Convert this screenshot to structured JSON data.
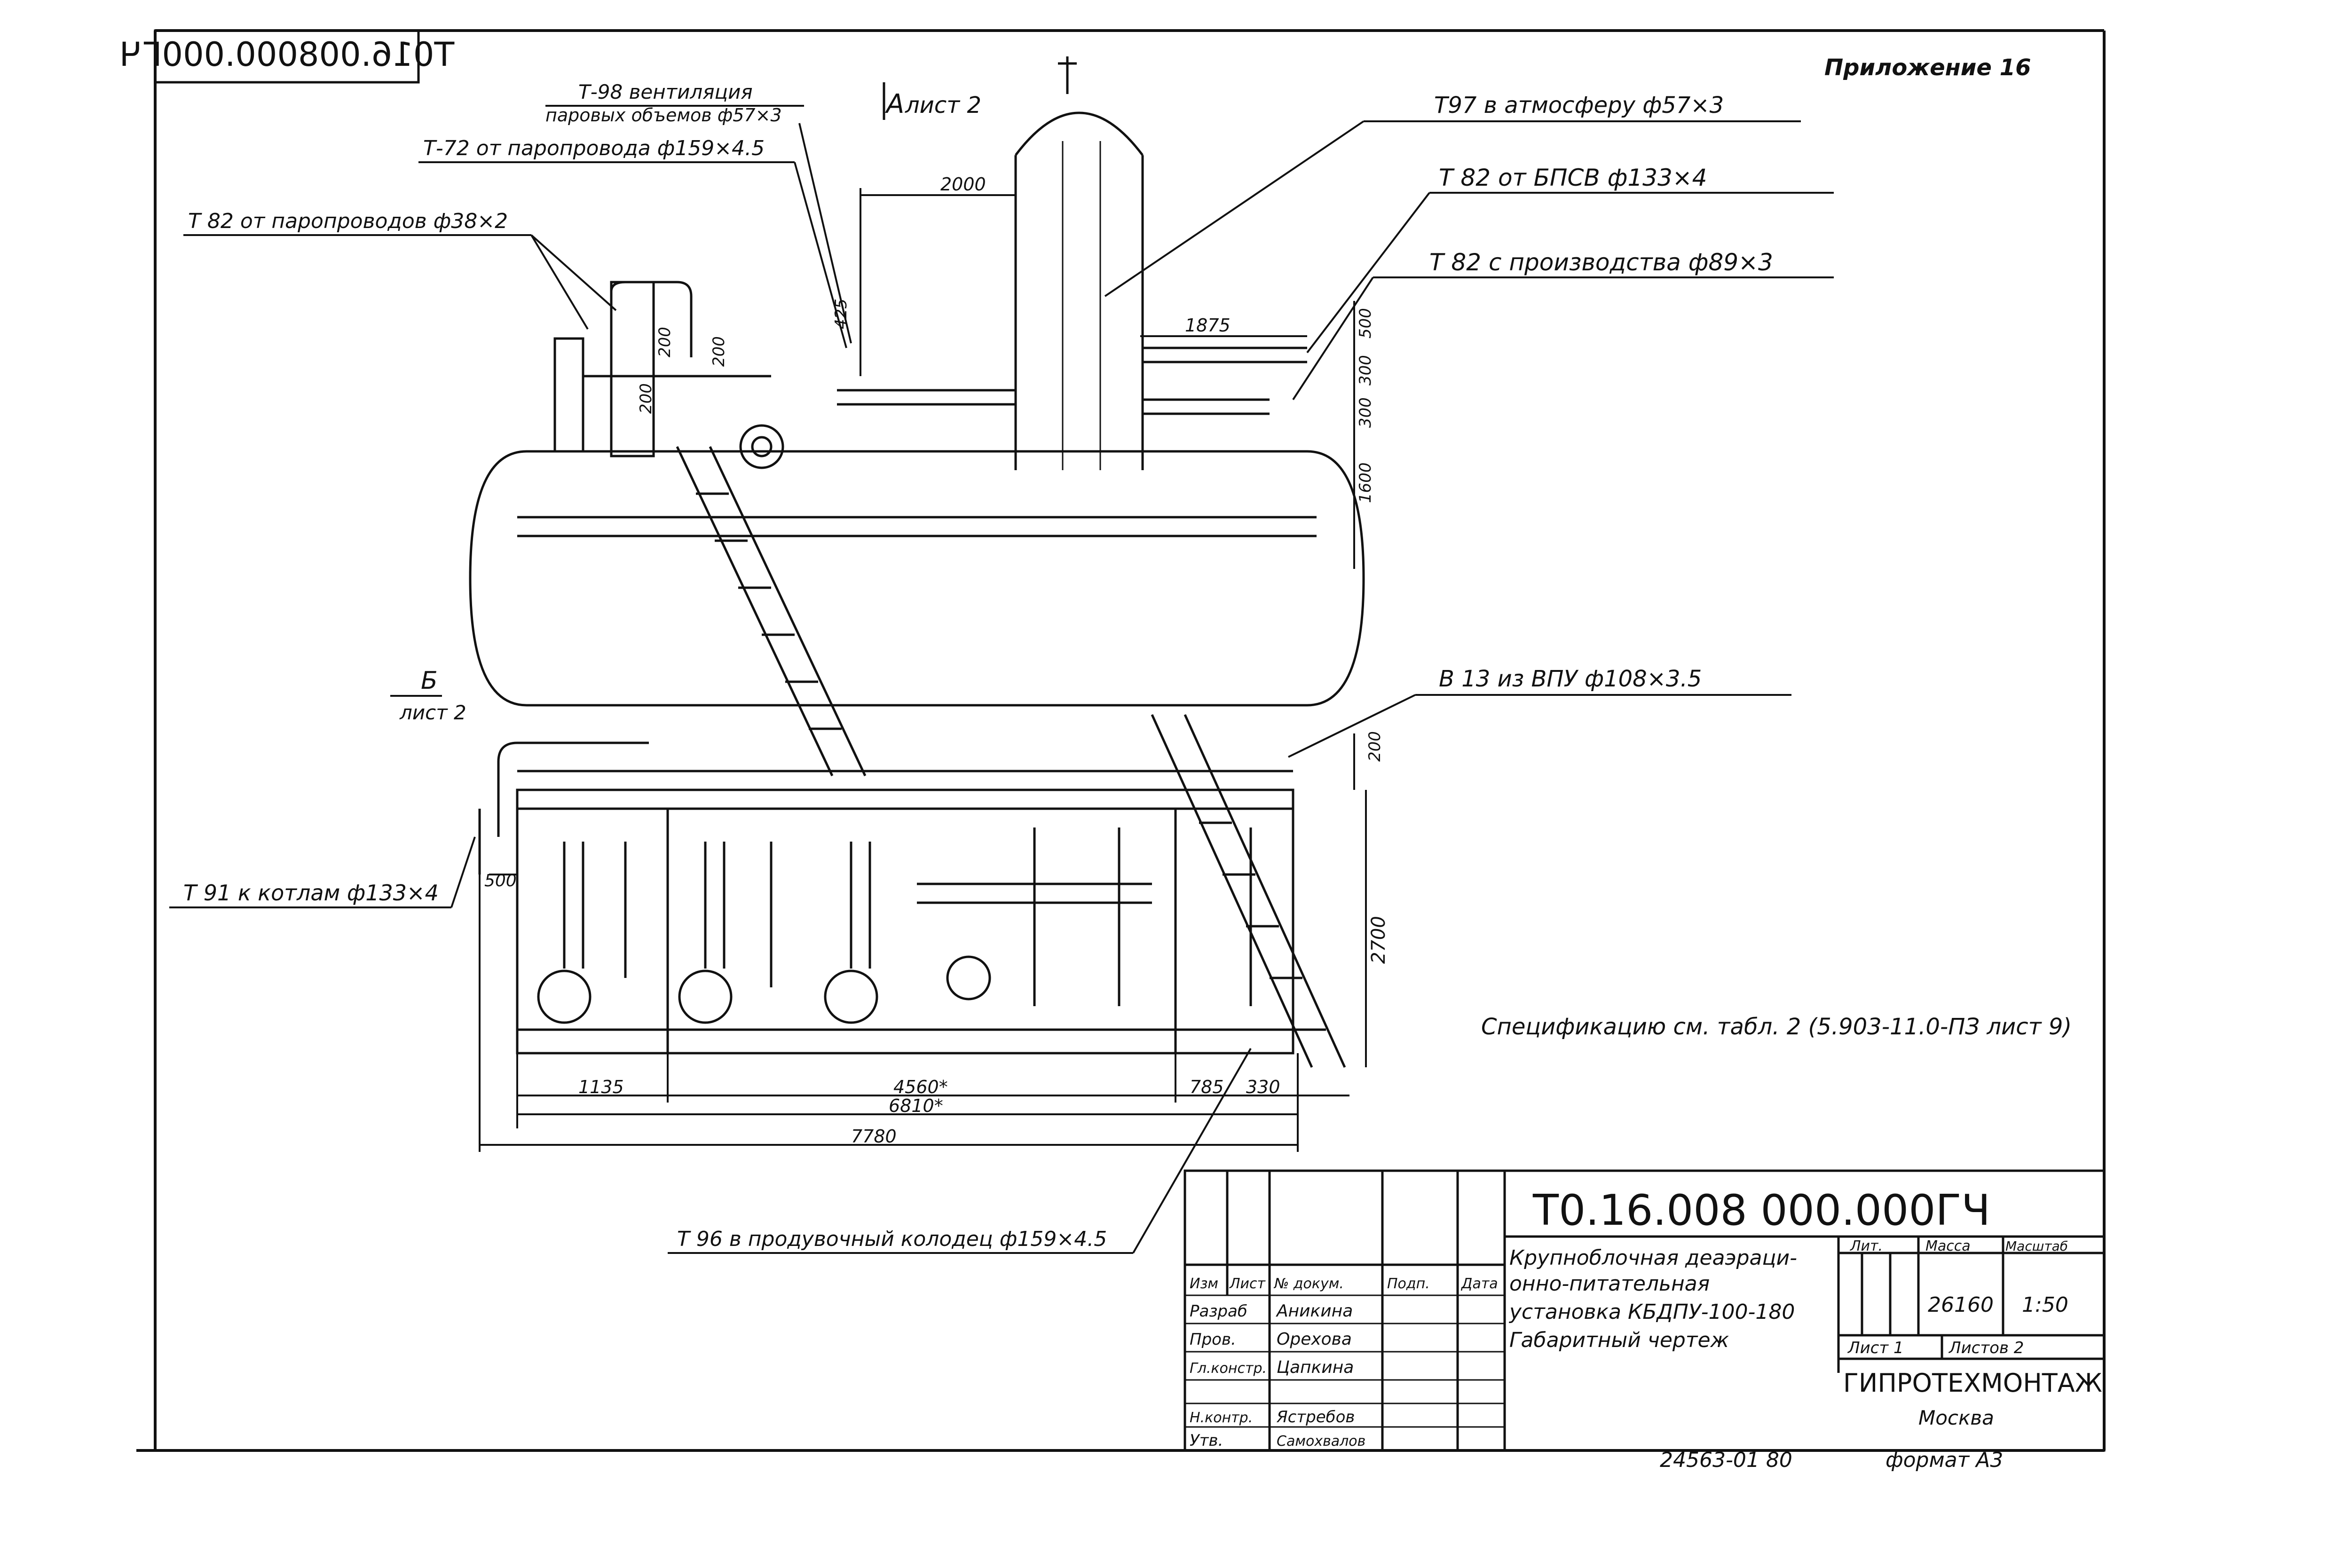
{
  "stamp_code": "Т016.008000.000ГЧ",
  "appendix": "Приложение 16",
  "view_a": {
    "letter": "А",
    "sheet": "лист 2"
  },
  "view_b": {
    "letter": "Б",
    "sheet": "лист 2"
  },
  "callouts": {
    "t98_line1": "Т-98 вентиляция",
    "t98_line2": "паровых объемов ф57×3",
    "t72": "Т-72 от паропровода ф159×4.5",
    "t82_left": "Т 82 от паропроводов ф38×2",
    "t97": "Т97 в атмосферу ф57×3",
    "t82_bpsv": "Т 82 от БПСВ ф133×4",
    "t82_prod": "Т 82 с производства ф89×3",
    "b13": "В 13 из ВПУ ф108×3.5",
    "t91": "Т 91 к котлам ф133×4",
    "t96": "Т 96 в продувочный колодец ф159×4.5"
  },
  "dimensions": {
    "d2000": "2000",
    "d425": "425",
    "d200_a": "200",
    "d200_b": "200",
    "d200_c": "200",
    "d1875": "1875",
    "d500_top": "500",
    "d300": "300",
    "d300_b": "300",
    "d1600": "1600",
    "d200_right": "200",
    "d2700": "2700",
    "d500_left": "500",
    "d1135": "1135",
    "d4560": "4560*",
    "d785": "785",
    "d330": "330",
    "d6810": "6810*",
    "d7780": "7780"
  },
  "spec_note": "Спецификацию см. табл. 2 (5.903-11.0-ПЗ лист 9)",
  "title_block": {
    "doc_code": "Т0.16.008 000.000ГЧ",
    "title_lines": [
      "Крупноблочная деаэраци-",
      "онно-питательная",
      "установка КБДПУ-100-180",
      "Габаритный чертеж"
    ],
    "header_cols": [
      "Изм",
      "Лист",
      "№ докум.",
      "Подп.",
      "Дата"
    ],
    "roles": [
      "Разраб",
      "Пров.",
      "Гл.констр.",
      "",
      "Н.контр.",
      "Утв."
    ],
    "names": [
      "Аникина",
      "Орехова",
      "Цапкина",
      "",
      "Ястребов",
      "Самохвалов"
    ],
    "lit_label": "Лит.",
    "mass_label": "Масса",
    "scale_label": "Масштаб",
    "mass_value": "26160",
    "scale_value": "1:50",
    "sheet_label": "Лист 1",
    "sheets_label": "Листов 2",
    "org": "ГИПРОТЕХМОНТАЖ",
    "city": "Москва"
  },
  "bottom_code": "24563-01 80",
  "format": "формат А3"
}
